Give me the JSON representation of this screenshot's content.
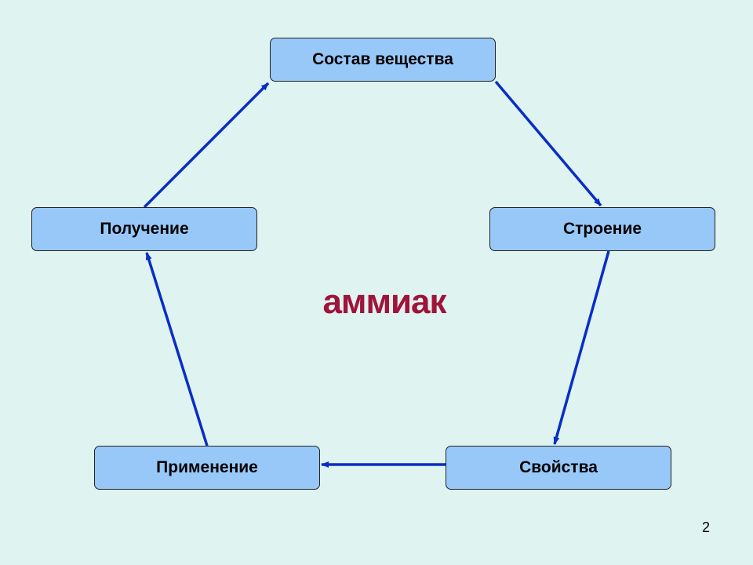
{
  "diagram": {
    "center_title": "аммиак",
    "nodes": {
      "composition": "Состав вещества",
      "structure": "Строение",
      "properties": "Свойства",
      "application": "Применение",
      "production": "Получение"
    },
    "edges": [
      {
        "from": "composition",
        "to": "structure"
      },
      {
        "from": "structure",
        "to": "properties"
      },
      {
        "from": "properties",
        "to": "application"
      },
      {
        "from": "application",
        "to": "production"
      },
      {
        "from": "production",
        "to": "composition"
      }
    ],
    "arrow_color": "#0a2ec4",
    "node_color": "#98c8f8",
    "title_color": "#a0133a"
  },
  "slide": {
    "number": "2"
  }
}
